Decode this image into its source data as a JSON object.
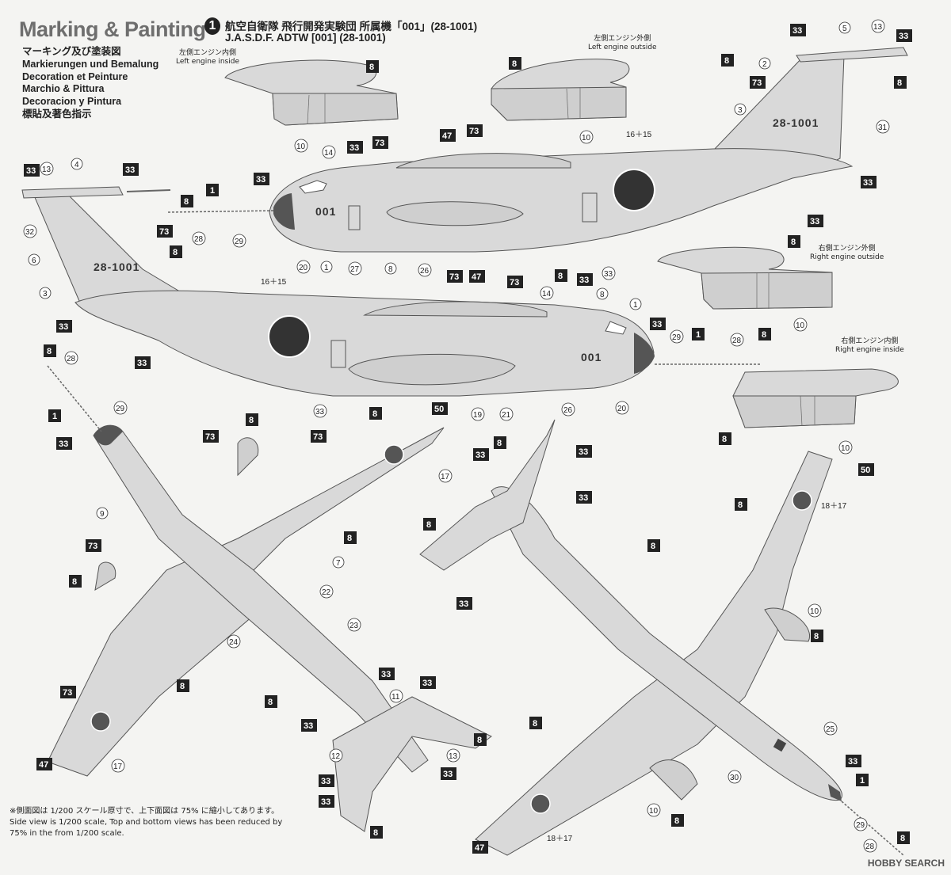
{
  "header": {
    "title": "Marking & Painting",
    "step_number": "1",
    "subtitle_jp": "航空自衛隊 飛行開発実験団 所属機「001」(28-1001)",
    "subtitle_en": "J.A.S.D.F. ADTW [001] (28-1001)"
  },
  "translations": [
    "マーキング及び塗装図",
    "Markierungen und Bemalung",
    "Decoration et Peinture",
    "Marchio & Pittura",
    "Decoracion y Pintura",
    "標貼及著色指示"
  ],
  "engine_labels": {
    "left_inside_jp": "左側エンジン内側",
    "left_inside_en": "Left engine inside",
    "left_outside_jp": "左側エンジン外側",
    "left_outside_en": "Left engine outside",
    "right_outside_jp": "右側エンジン外側",
    "right_outside_en": "Right engine outside",
    "right_inside_jp": "右側エンジン内側",
    "right_inside_en": "Right engine inside"
  },
  "aircraft": {
    "registration": "28-1001",
    "code": "001"
  },
  "color_callouts": [
    "1",
    "8",
    "33",
    "47",
    "50",
    "73"
  ],
  "decal_callouts": [
    "2",
    "3",
    "4",
    "5",
    "6",
    "7",
    "9",
    "10",
    "11",
    "12",
    "13",
    "14",
    "16＋15",
    "17",
    "18＋17",
    "19",
    "20",
    "21",
    "22",
    "23",
    "24",
    "25",
    "26",
    "27",
    "28",
    "29",
    "30",
    "31",
    "32"
  ],
  "notes": {
    "jp": "※側面図は 1/200 スケール原寸で、上下面図は 75% に縮小してあります。",
    "en_line1": "Side view is 1/200 scale, Top and bottom views has been reduced by",
    "en_line2": "75% in the from 1/200 scale."
  },
  "watermark": "HOBBY SEARCH",
  "colors": {
    "background": "#f4f4f2",
    "aircraft_gray": "#d9d9d9",
    "callout_box": "#222222"
  }
}
